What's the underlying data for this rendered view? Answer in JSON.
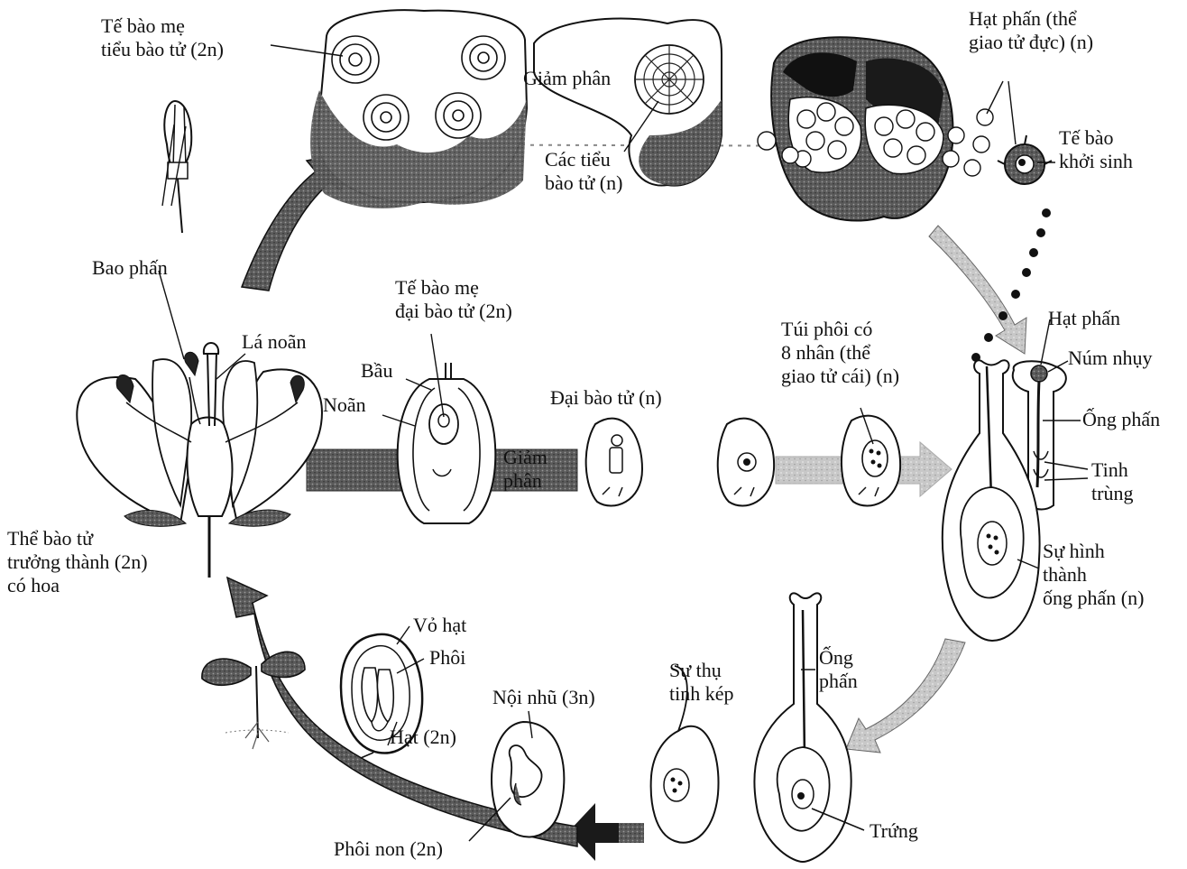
{
  "labels": {
    "te_bao_me_tieu_bao_tu": "Tế bào mẹ\ntiểu bào tử (2n)",
    "giam_phan_top": "Giảm phân",
    "cac_tieu_bao_tu": "Các tiểu\nbào tử (n)",
    "hat_phan_the_giao_tu_duc": "Hạt phấn (thể\ngiao tử đực) (n)",
    "te_bao_khoi_sinh": "Tế bào\nkhởi sinh",
    "bao_phan": "Bao phấn",
    "la_noan": "Lá noãn",
    "te_bao_me_dai_bao_tu": "Tế bào mẹ\nđại bào tử (2n)",
    "bau": "Bầu",
    "noan": "Noãn",
    "giam_phan_middle": "Giảm\nphân",
    "dai_bao_tu": "Đại bào tử (n)",
    "tui_phoi": "Túi phôi có\n8 nhân (thể\ngiao tử cái) (n)",
    "hat_phan_right": "Hạt phấn",
    "num_nhuy": "Núm nhụy",
    "ong_phan_right": "Ống phấn",
    "tinh_trung": "Tinh\ntrùng",
    "su_hinh_thanh_ong_phan": "Sự hình\nthành\nống phấn (n)",
    "the_bao_tu_truong_thanh": "Thể bào tử\ntrưởng thành (2n)\ncó hoa",
    "vo_hat": "Vỏ hạt",
    "phoi": "Phôi",
    "hat_2n": "Hạt (2n)",
    "noi_nhu": "Nội nhũ (3n)",
    "su_thu_tinh_kep": "Sự thụ\ntinh kép",
    "ong_phan_bottom": "Ống\nphấn",
    "trung": "Trứng",
    "phoi_non": "Phôi non (2n)"
  }
}
